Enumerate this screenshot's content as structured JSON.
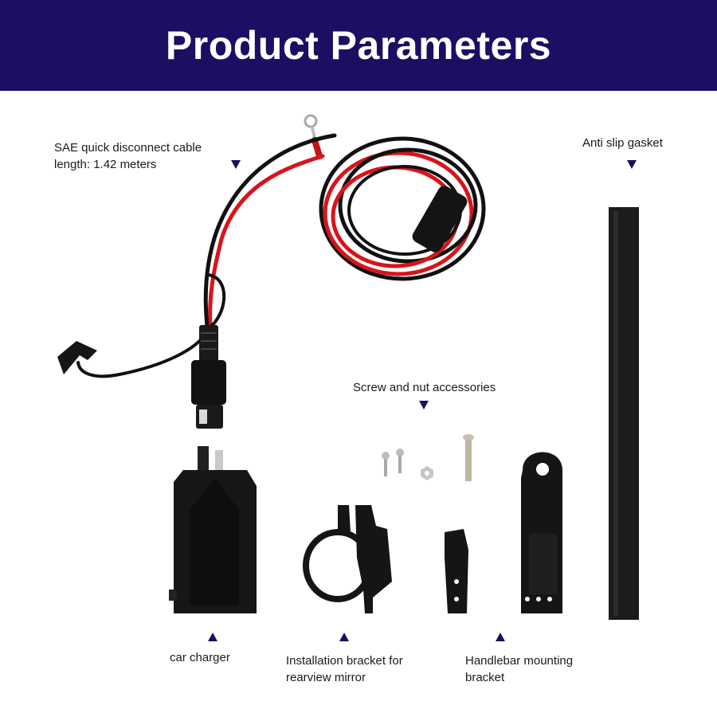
{
  "header": {
    "title": "Product Parameters"
  },
  "colors": {
    "banner": "#1a0f63",
    "marker": "#1a0f63",
    "cable_red": "#d8141b",
    "cable_black": "#111111"
  },
  "labels": {
    "sae_cable": {
      "line1": "SAE quick disconnect cable",
      "line2": "length: 1.42 meters"
    },
    "anti_slip": {
      "line1": "Anti slip gasket"
    },
    "screws": {
      "line1": "Screw and nut accessories"
    },
    "car_charger": {
      "line1": "car charger"
    },
    "mirror_bracket": {
      "line1": "Installation bracket for",
      "line2": "rearview mirror"
    },
    "handlebar_bracket": {
      "line1": "Handlebar mounting",
      "line2": "bracket"
    }
  },
  "icons": [
    "triangle-down-marker",
    "triangle-up-marker"
  ]
}
